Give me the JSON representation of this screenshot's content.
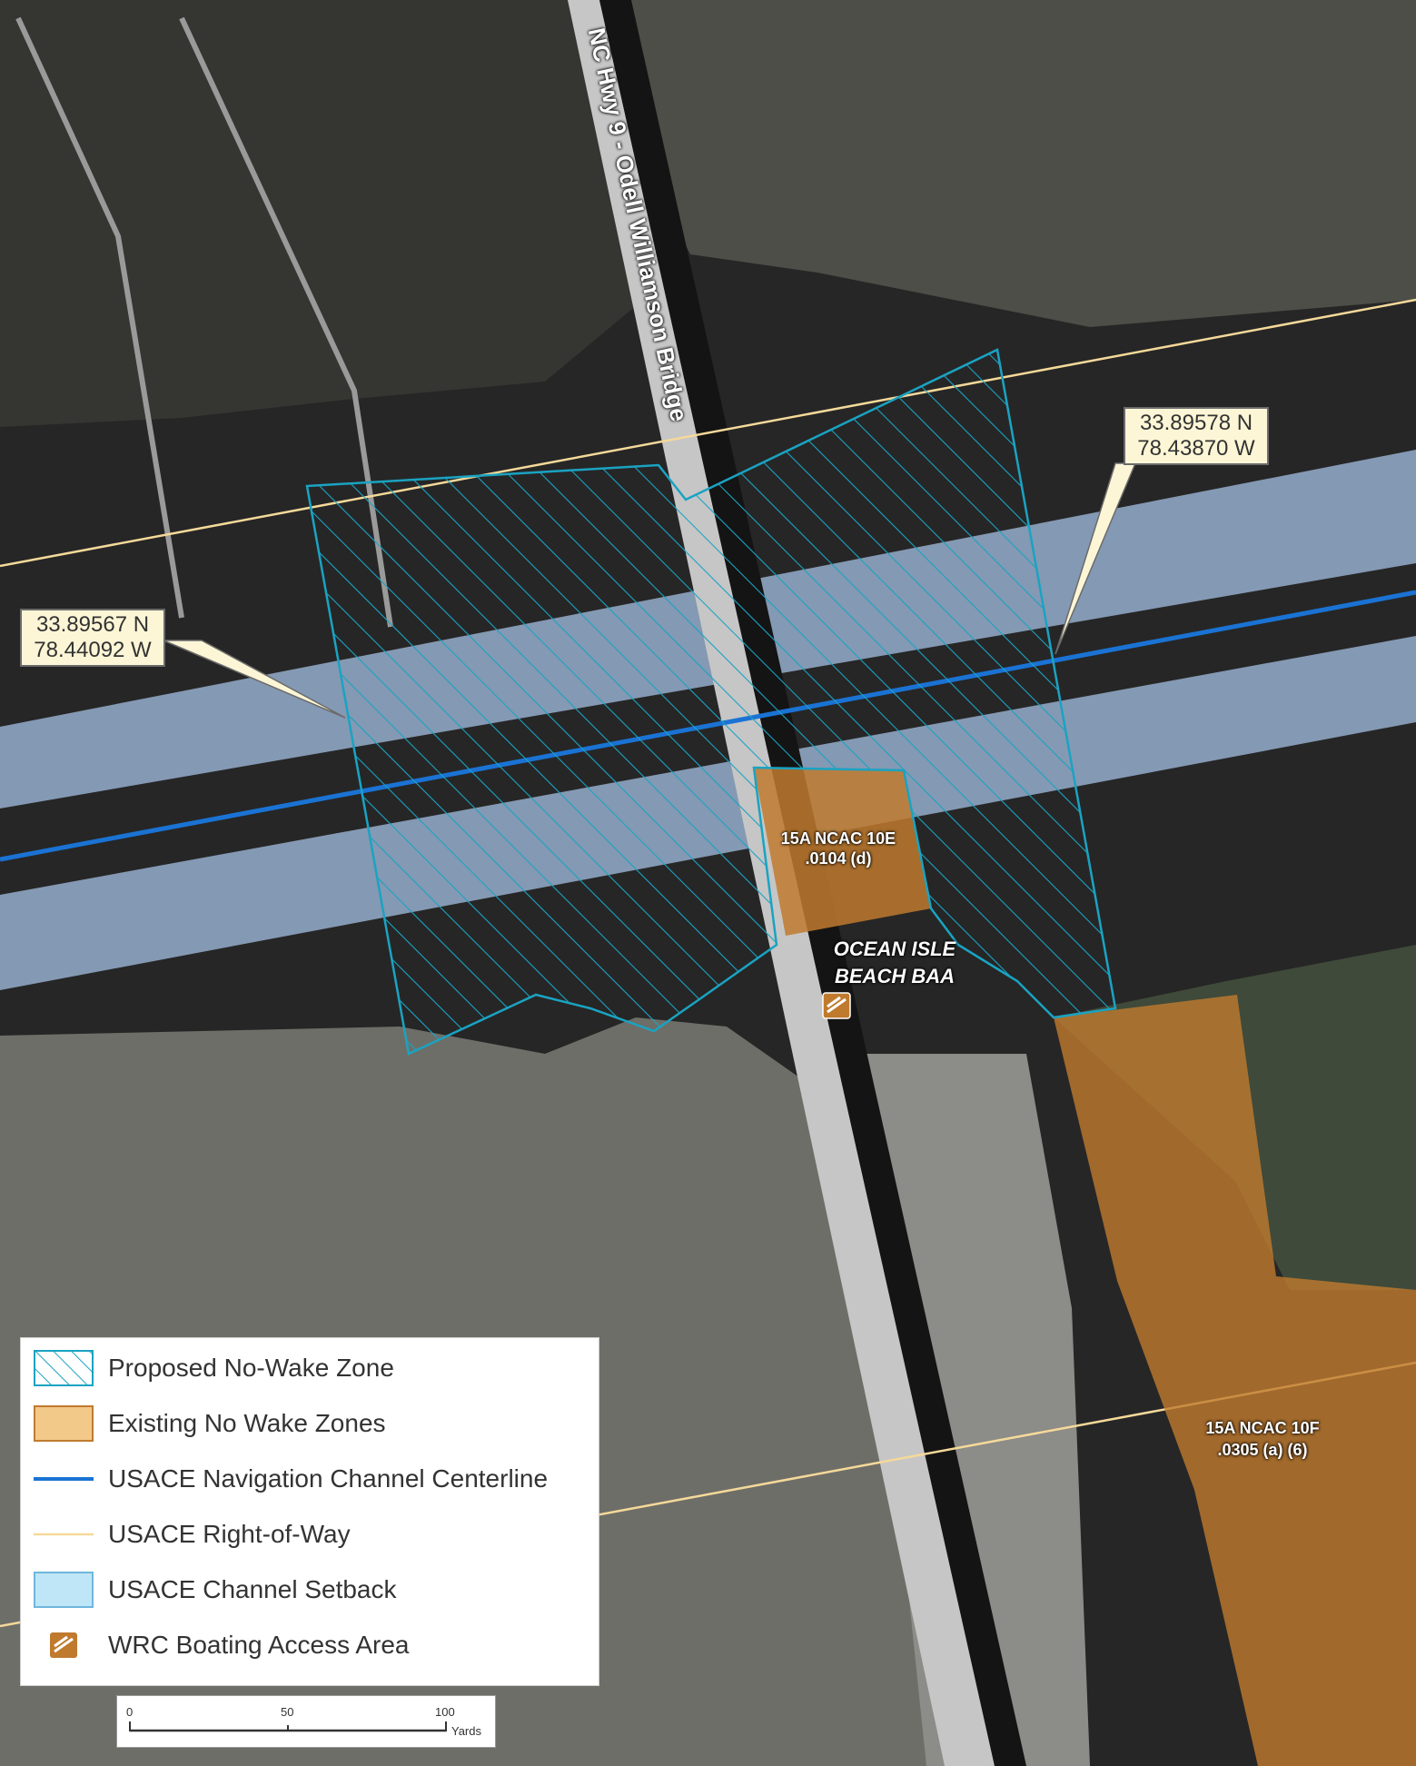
{
  "map": {
    "road_label": "NC Hwy 9 - Odell Williamson Bridge",
    "callout_west": {
      "lat": "33.89567 N",
      "lon": "78.44092 W"
    },
    "callout_east": {
      "lat": "33.89578 N",
      "lon": "78.43870 W"
    },
    "zone_label_d_line1": "15A NCAC 10E",
    "zone_label_d_line2": ".0104 (d)",
    "baa_line1": "OCEAN ISLE",
    "baa_line2": "BEACH BAA",
    "zone_label_f_line1": "15A NCAC 10F",
    "zone_label_f_line2": ".0305 (a) (6)"
  },
  "legend": {
    "items": [
      {
        "label": "Proposed No-Wake Zone",
        "icon": "hatched-polygon-icon"
      },
      {
        "label": "Existing No Wake Zones",
        "icon": "orange-polygon-icon"
      },
      {
        "label": "USACE Navigation Channel Centerline",
        "icon": "blue-line-icon"
      },
      {
        "label": "USACE Right-of-Way",
        "icon": "yellow-line-icon"
      },
      {
        "label": "USACE Channel Setback",
        "icon": "light-blue-polygon-icon"
      },
      {
        "label": "WRC Boating Access Area",
        "icon": "boat-ramp-icon"
      }
    ]
  },
  "scale": {
    "tick_0": "0",
    "tick_50": "50",
    "tick_100": "100",
    "unit": "Yards"
  },
  "colors": {
    "water": "#1f1f1f",
    "marsh": "#4a4a44",
    "setback": "#a9c6ea",
    "centerline": "#1a73d4",
    "right_of_way": "#f5d99a",
    "hatch": "#1aa3c2",
    "existing_zone": "#c07a2e",
    "bridge": "#9a9a9a"
  }
}
